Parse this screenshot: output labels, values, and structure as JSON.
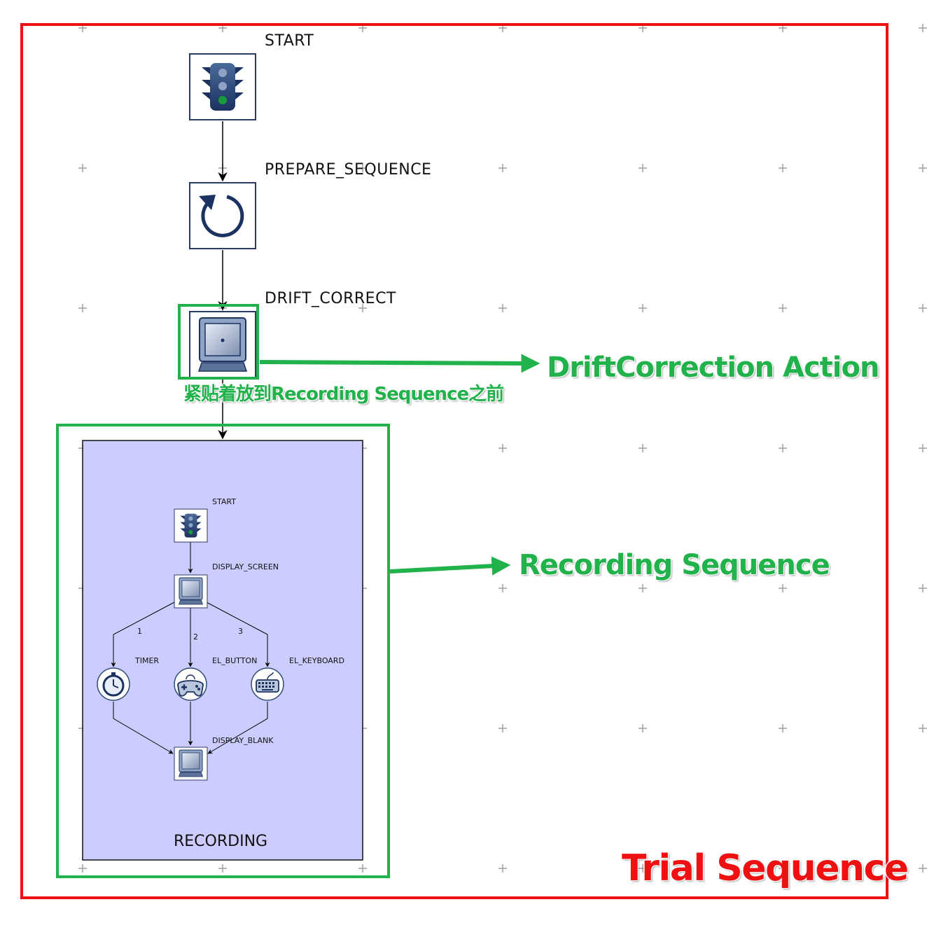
{
  "diagram": {
    "outer_sequence_label": "Trial Sequence",
    "nodes": {
      "start": "START",
      "prepare_sequence": "PREPARE_SEQUENCE",
      "drift_correct": "DRIFT_CORRECT"
    },
    "recording_block": {
      "label": "RECORDING",
      "nodes": {
        "start": "START",
        "display_screen": "DISPLAY_SCREEN",
        "timer": "TIMER",
        "el_button": "EL_BUTTON",
        "el_keyboard": "EL_KEYBOARD",
        "display_blank": "DISPLAY_BLANK"
      },
      "branch_labels": [
        "1",
        "2",
        "3"
      ]
    },
    "annotations": {
      "drift_correction_action": "DriftCorrection Action",
      "drift_note": "紧贴着放到Recording Sequence之前",
      "recording_sequence": "Recording Sequence"
    },
    "icons": [
      "traffic-light-icon",
      "refresh-icon",
      "monitor-icon",
      "stopwatch-icon",
      "gamepad-icon",
      "keyboard-icon"
    ],
    "colors": {
      "trial_border": "#ee1111",
      "highlight_green": "#22b24c",
      "recording_fill": "#ccccff",
      "node_border": "#2b3a66"
    }
  }
}
